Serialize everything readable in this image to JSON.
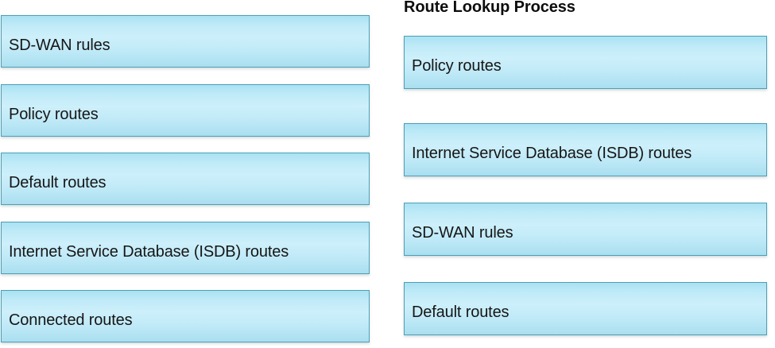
{
  "diagram": {
    "background_color": "#ffffff",
    "box_fill_top": "#a9e2f3",
    "box_fill_mid": "#cdf0fb",
    "box_border_color": "#4d9fb4",
    "text_color": "#161616",
    "left_column": {
      "title": "",
      "boxes": [
        {
          "label": "SD-WAN rules"
        },
        {
          "label": "Policy routes"
        },
        {
          "label": "Default routes"
        },
        {
          "label": "Internet Service Database (ISDB) routes"
        },
        {
          "label": "Connected routes"
        }
      ]
    },
    "right_column": {
      "title": "Route Lookup Process",
      "boxes": [
        {
          "label": "Policy routes"
        },
        {
          "label": "Internet Service Database (ISDB) routes"
        },
        {
          "label": "SD-WAN rules"
        },
        {
          "label": "Default routes"
        }
      ]
    }
  }
}
